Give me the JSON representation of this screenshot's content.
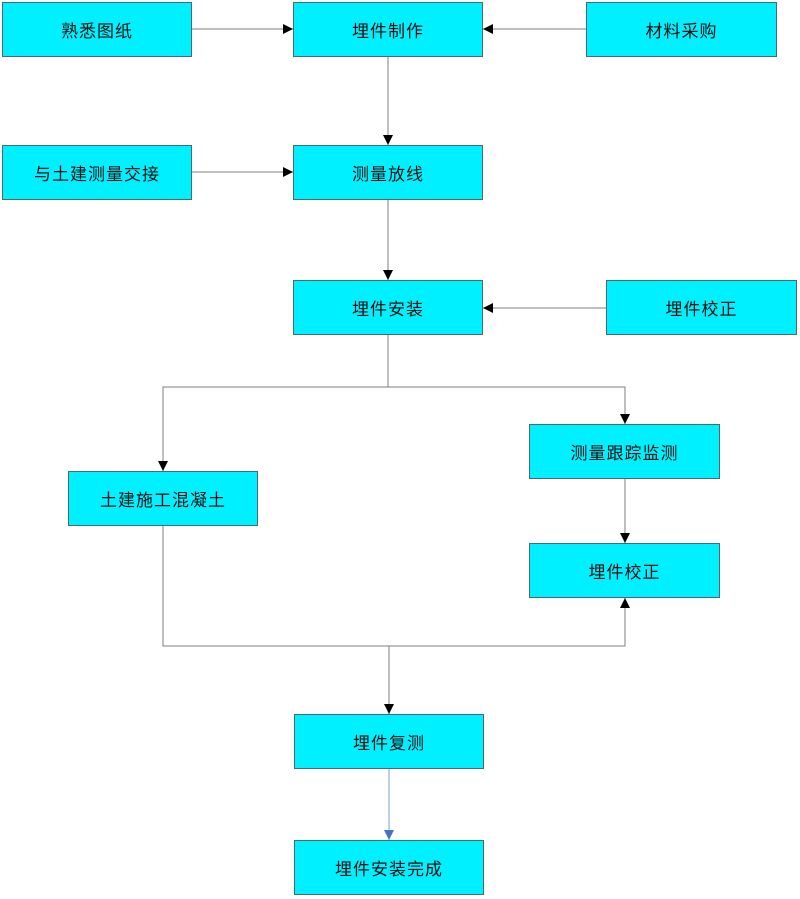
{
  "nodes": {
    "familiarize": "熟悉图纸",
    "fabricate": "埋件制作",
    "procurement": "材料采购",
    "handover": "与土建测量交接",
    "layout": "测量放线",
    "install": "埋件安装",
    "correct_1": "埋件校正",
    "monitor": "测量跟踪监测",
    "concrete": "土建施工混凝土",
    "correct_2": "埋件校正",
    "recheck": "埋件复测",
    "complete": "埋件安装完成"
  },
  "colors": {
    "box_fill": "#00f0ff",
    "connector": "#7f7f7f",
    "arrowhead": "#000000",
    "final_arrowhead": "#4472c4"
  }
}
